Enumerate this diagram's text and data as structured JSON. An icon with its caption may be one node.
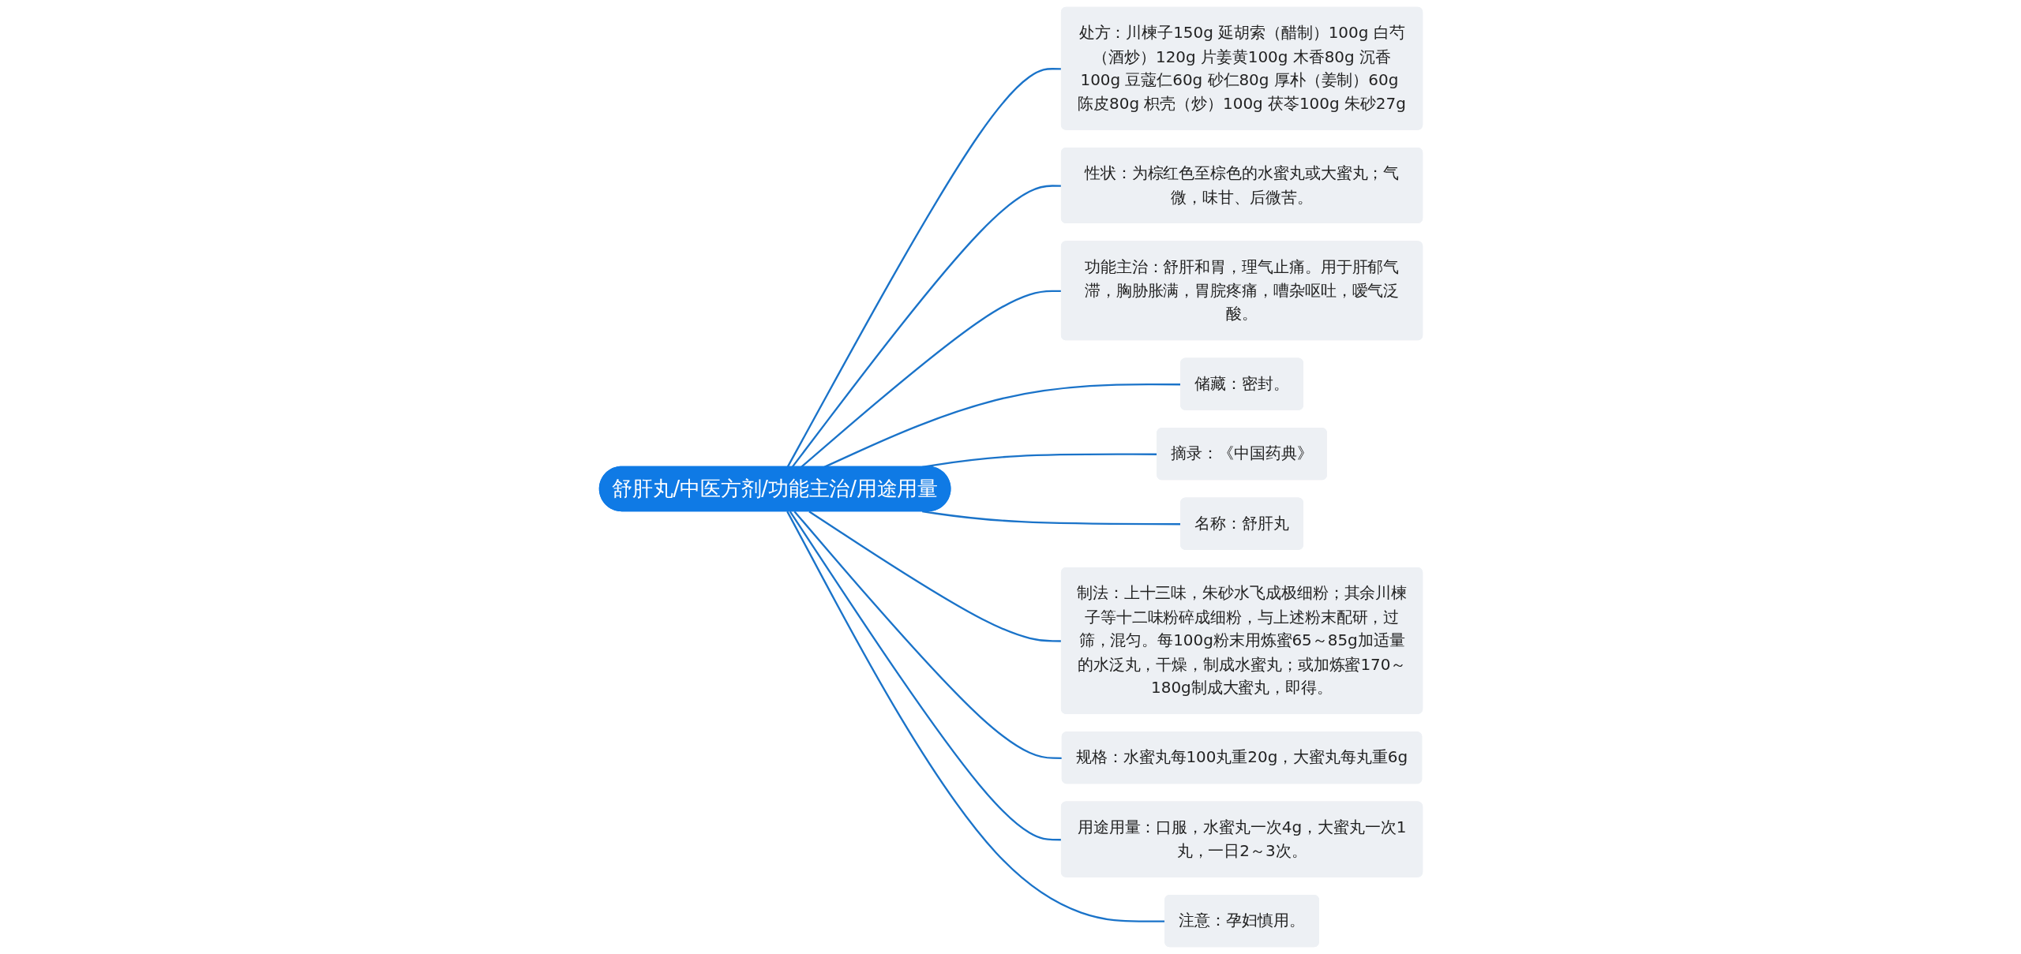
{
  "diagram": {
    "nodes": [
      {
        "text": [
          "舒肝丸/中医方剂/功能主治/用途用量"
        ]
      },
      {
        "text": [
          "处方：川楝子150g 延胡索（醋制）100g 白芍（酒炒）120g 片姜黄100g 木香80g 沉香100g 豆蔻仁60g 砂仁80g 厚朴（姜制）60g 陈皮80g 枳壳（炒）100g 茯苓100g 朱砂27g"
        ]
      },
      {
        "text": [
          "性状：为棕红色至棕色的水蜜丸或大蜜丸；气微，味甘、后微苦。"
        ]
      },
      {
        "text": [
          "功能主治：舒肝和胃，理气止痛。用于肝郁气滞，胸胁胀满，胃脘疼痛，嘈杂呕吐，嗳气泛酸。"
        ]
      },
      {
        "text": [
          "储藏：密封。"
        ]
      },
      {
        "text": [
          "摘录：《中国药典》"
        ]
      },
      {
        "text": [
          "名称：舒肝丸"
        ]
      },
      {
        "text": [
          "制法：上十三味，朱砂水飞成极细粉；其余川楝子等十二味粉碎成细粉，与上述粉末配研，过筛，混匀。每100g粉末用炼蜜65～85g加适量的水泛丸，干燥，制成水蜜丸；或加炼蜜170～180g制成大蜜丸，即得。"
        ]
      },
      {
        "text": [
          "规格：水蜜丸每100丸重20g，大蜜丸每丸重6g"
        ]
      },
      {
        "text": [
          "用途用量：口服，水蜜丸一次4g，大蜜丸一次1丸，一日2～3次。"
        ]
      },
      {
        "text": [
          "注意：孕妇慎用。"
        ]
      }
    ],
    "edges": [
      {
        "from": 0,
        "to": 1,
        "arrow": "none"
      },
      {
        "from": 0,
        "to": 2,
        "arrow": "none"
      },
      {
        "from": 0,
        "to": 3,
        "arrow": "none"
      },
      {
        "from": 0,
        "to": 4,
        "arrow": "none"
      },
      {
        "from": 0,
        "to": 5,
        "arrow": "none"
      },
      {
        "from": 0,
        "to": 6,
        "arrow": "none"
      },
      {
        "from": 0,
        "to": 7,
        "arrow": "none"
      },
      {
        "from": 0,
        "to": 8,
        "arrow": "none"
      },
      {
        "from": 0,
        "to": 9,
        "arrow": "none"
      },
      {
        "from": 0,
        "to": 10,
        "arrow": "none"
      }
    ]
  }
}
